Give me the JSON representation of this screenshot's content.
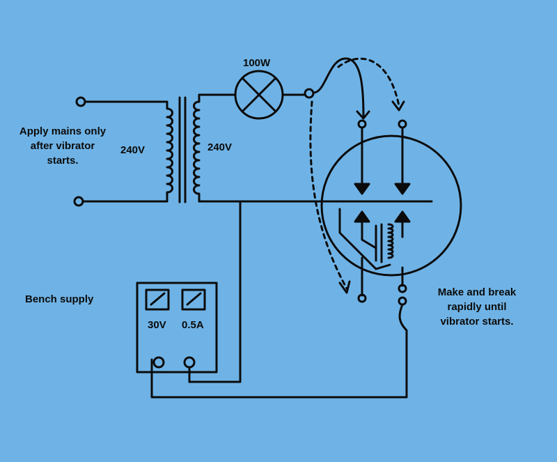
{
  "diagram": {
    "colors": {
      "background": "#6fb3e6",
      "ink": "#0b0b0b"
    },
    "labels": {
      "lamp": "100W",
      "primary_voltage": "240V",
      "secondary_voltage": "240V",
      "mains_note_line1": "Apply mains only",
      "mains_note_line2": "after vibrator",
      "mains_note_line3": "starts.",
      "bench_supply": "Bench supply",
      "meter_voltage": "30V",
      "meter_current": "0.5A",
      "make_break_line1": "Make and break",
      "make_break_line2": "rapidly until",
      "make_break_line3": "vibrator starts."
    },
    "components": {
      "transformer": "transformer-icon",
      "lamp": "lamp-icon",
      "vibrator": "vibrator-icon",
      "bench_supply": "bench-supply-icon",
      "meters": [
        "voltmeter-icon",
        "ammeter-icon"
      ]
    }
  }
}
